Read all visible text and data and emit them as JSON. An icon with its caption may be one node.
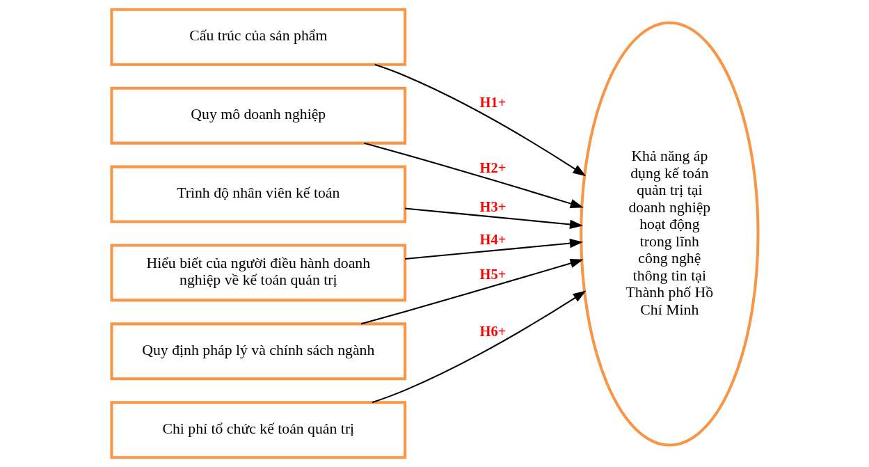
{
  "diagram": {
    "nodes": [
      {
        "text": [
          "Cấu trúc của sản phẩm"
        ]
      },
      {
        "text": [
          "Quy mô doanh nghiệp"
        ]
      },
      {
        "text": [
          "Trình độ nhân viên kế toán"
        ]
      },
      {
        "text": [
          "Hiểu biết của người điều hành doanh nghiệp về kế toán quản trị"
        ]
      },
      {
        "text": [
          "Quy định pháp lý và chính sách ngành"
        ]
      },
      {
        "text": [
          "Chi phí tổ chức kế toán quản trị"
        ]
      },
      {
        "text": [
          "Khả năng áp dụng kế toán quản trị tại doanh nghiệp hoạt động trong lĩnh công nghệ thông tin tại Thành phố Hồ Chí Minh"
        ]
      }
    ],
    "edges": [
      {
        "from": 0,
        "to": 6,
        "arrow": "to",
        "label": "H1+"
      },
      {
        "from": 1,
        "to": 6,
        "arrow": "to",
        "label": "H2+"
      },
      {
        "from": 2,
        "to": 6,
        "arrow": "to",
        "label": "H3+"
      },
      {
        "from": 3,
        "to": 6,
        "arrow": "to",
        "label": "H4+"
      },
      {
        "from": 4,
        "to": 6,
        "arrow": "to",
        "label": "H5+"
      },
      {
        "from": 5,
        "to": 6,
        "arrow": "to",
        "label": "H6+"
      }
    ]
  }
}
